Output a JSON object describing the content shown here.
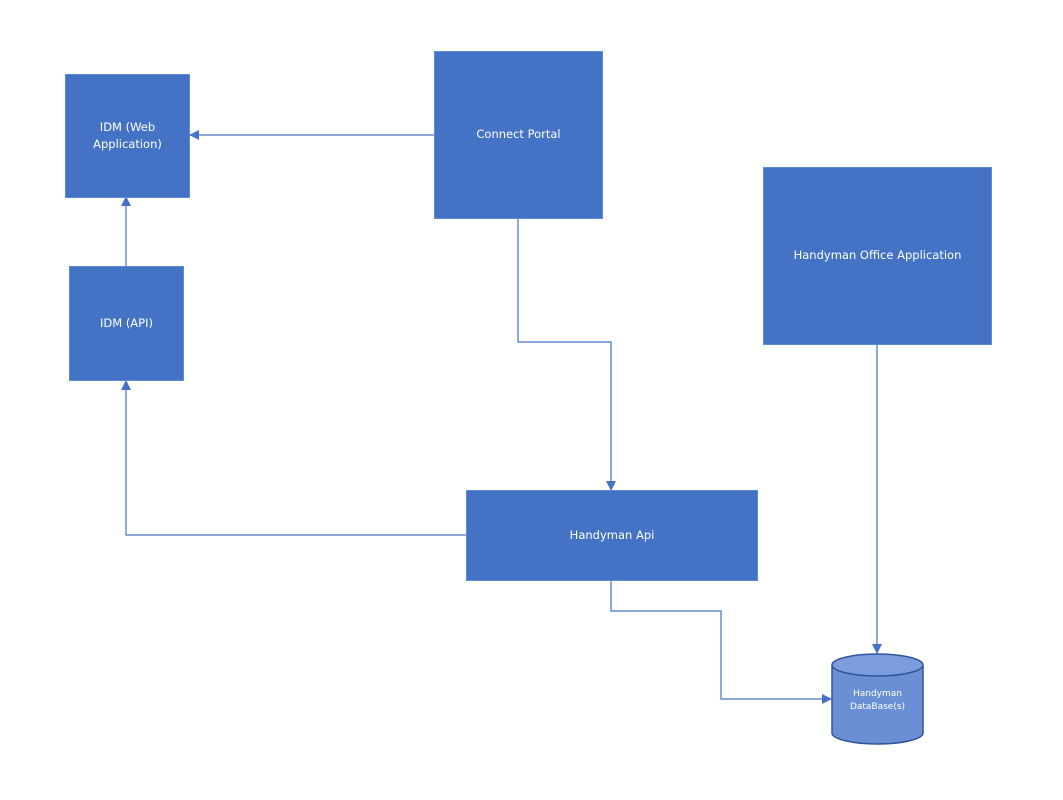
{
  "diagram": {
    "nodes": {
      "idm_web": {
        "label": "IDM (Web\nApplication)"
      },
      "connect_portal": {
        "label": "Connect Portal"
      },
      "idm_api": {
        "label": "IDM (API)"
      },
      "handyman_office": {
        "label": "Handyman Office Application"
      },
      "handyman_api": {
        "label": "Handyman Api"
      },
      "handyman_db": {
        "label": "Handyman\nDataBase(s)"
      }
    },
    "edges": [
      {
        "from": "connect_portal",
        "to": "idm_web"
      },
      {
        "from": "idm_api",
        "to": "idm_web"
      },
      {
        "from": "connect_portal",
        "to": "handyman_api"
      },
      {
        "from": "handyman_api",
        "to": "idm_api"
      },
      {
        "from": "handyman_api",
        "to": "handyman_db"
      },
      {
        "from": "handyman_office",
        "to": "handyman_db"
      }
    ],
    "colors": {
      "node_fill": "#4472c4",
      "node_border": "#5b8bd9",
      "db_fill": "#6a8fd4",
      "db_top": "#7b9ddd",
      "connector": "#4472c4",
      "text": "#ffffff"
    }
  }
}
